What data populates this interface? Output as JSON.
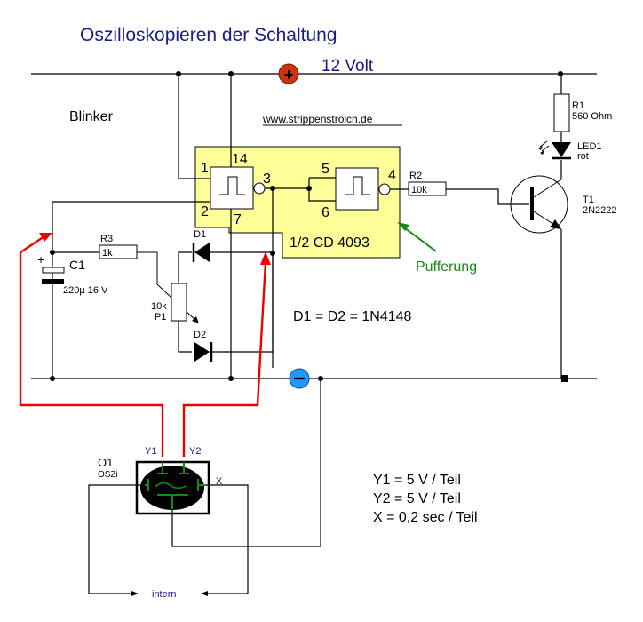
{
  "title": "Oszilloskopieren der Schaltung",
  "supply_label": "12 Volt",
  "circuit_label": "Blinker",
  "website": "www.strippenstrolch.de",
  "ic": {
    "name": "1/2 CD 4093",
    "pins": {
      "p1": "1",
      "p2": "2",
      "p3": "3",
      "p4": "4",
      "p5": "5",
      "p6": "6",
      "p7": "7",
      "p14": "14"
    },
    "fill_color": "#ffff99"
  },
  "buffer_note": "Pufferung",
  "buffer_note_color": "#138a13",
  "components": {
    "r1": {
      "ref": "R1",
      "value": "560 Ohm"
    },
    "led1": {
      "ref": "LED1",
      "value": "rot"
    },
    "r2": {
      "ref": "R2",
      "value": "10k"
    },
    "t1": {
      "ref": "T1",
      "value": "2N2222"
    },
    "r3": {
      "ref": "R3",
      "value": "1k"
    },
    "c1": {
      "ref": "C1",
      "value": "220µ 16 V",
      "polarity": "+"
    },
    "p1": {
      "ref": "P1",
      "value": "10k"
    },
    "d1": {
      "ref": "D1"
    },
    "d2": {
      "ref": "D2"
    }
  },
  "diode_note": "D1 = D2 = 1N4148",
  "rails": {
    "positive_symbol": "+",
    "negative_symbol": "−",
    "positive_color": "#cc3311",
    "negative_color": "#2299ff"
  },
  "oscilloscope": {
    "ref": "O1",
    "name": "OSZi",
    "ch_y1": "Y1",
    "ch_y2": "Y2",
    "ch_x": "X",
    "trigger": "intern",
    "probe_color": "#ee0000",
    "settings": [
      "Y1 = 5 V / Teil",
      "Y2 = 5 V / Teil",
      "X = 0,2 sec / Teil"
    ]
  }
}
